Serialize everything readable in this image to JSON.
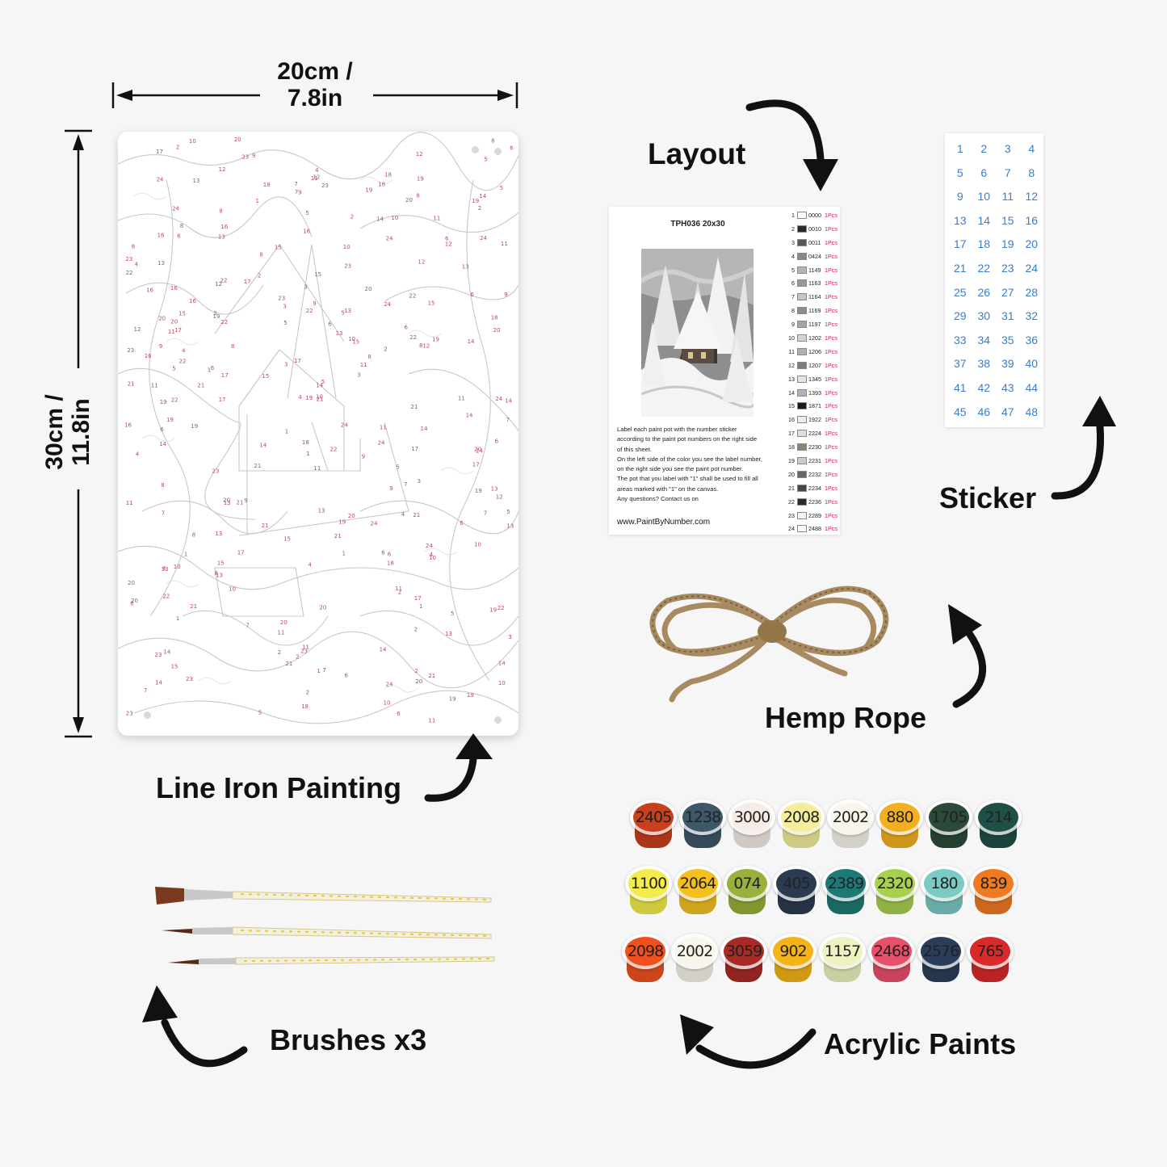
{
  "dimensions": {
    "width_line1": "20cm /",
    "width_line2": "7.8in",
    "height_line1": "30cm /",
    "height_line2": "11.8in"
  },
  "labels": {
    "layout": "Layout",
    "sticker": "Sticker",
    "hemp_rope": "Hemp Rope",
    "line_iron_painting": "Line Iron Painting",
    "brushes": "Brushes x3",
    "acrylic_paints": "Acrylic Paints"
  },
  "layout_sheet": {
    "title": "TPH036  20x30",
    "instructions": [
      "Label each paint pot with the number sticker",
      "according to the paint pot numbers on the right side",
      "of this sheet.",
      "On the left side of the color you see the label number,",
      "on the right side you see the paint pot number.",
      "The pot that you label with \"1\" shall be used to fill all",
      "areas marked with \"1\" on the canvas.",
      "Any questions? Contact us on"
    ],
    "url": "www.PaintByNumber.com",
    "colors": [
      {
        "n": "1",
        "code": "0000",
        "qty": "1Pcs",
        "swatch": "#ffffff"
      },
      {
        "n": "2",
        "code": "0010",
        "qty": "1Pcs",
        "swatch": "#2b2b2b"
      },
      {
        "n": "3",
        "code": "0011",
        "qty": "1Pcs",
        "swatch": "#5a5650"
      },
      {
        "n": "4",
        "code": "0424",
        "qty": "1Pcs",
        "swatch": "#8a8a80"
      },
      {
        "n": "5",
        "code": "1149",
        "qty": "1Pcs",
        "swatch": "#b8b4a8"
      },
      {
        "n": "6",
        "code": "1163",
        "qty": "1Pcs",
        "swatch": "#9c9890"
      },
      {
        "n": "7",
        "code": "1164",
        "qty": "1Pcs",
        "swatch": "#c4c4c4"
      },
      {
        "n": "8",
        "code": "1169",
        "qty": "1Pcs",
        "swatch": "#8c8c8c"
      },
      {
        "n": "9",
        "code": "1197",
        "qty": "1Pcs",
        "swatch": "#a4a4a4"
      },
      {
        "n": "10",
        "code": "1202",
        "qty": "1Pcs",
        "swatch": "#d4d4d4"
      },
      {
        "n": "11",
        "code": "1206",
        "qty": "1Pcs",
        "swatch": "#b0b0b0"
      },
      {
        "n": "12",
        "code": "1207",
        "qty": "1Pcs",
        "swatch": "#7e7e7e"
      },
      {
        "n": "13",
        "code": "1345",
        "qty": "1Pcs",
        "swatch": "#e4e4e4"
      },
      {
        "n": "14",
        "code": "1393",
        "qty": "1Pcs",
        "swatch": "#a8b4c0"
      },
      {
        "n": "15",
        "code": "1871",
        "qty": "1Pcs",
        "swatch": "#1a1a1a"
      },
      {
        "n": "16",
        "code": "1922",
        "qty": "1Pcs",
        "swatch": "#ececec"
      },
      {
        "n": "17",
        "code": "2224",
        "qty": "1Pcs",
        "swatch": "#e0e0d8"
      },
      {
        "n": "18",
        "code": "2230",
        "qty": "1Pcs",
        "swatch": "#8a8478"
      },
      {
        "n": "19",
        "code": "2231",
        "qty": "1Pcs",
        "swatch": "#c8ccd0"
      },
      {
        "n": "20",
        "code": "2232",
        "qty": "1Pcs",
        "swatch": "#6a645c"
      },
      {
        "n": "21",
        "code": "2234",
        "qty": "1Pcs",
        "swatch": "#4a4640"
      },
      {
        "n": "22",
        "code": "2236",
        "qty": "1Pcs",
        "swatch": "#2e2a26"
      },
      {
        "n": "23",
        "code": "2289",
        "qty": "1Pcs",
        "swatch": "#f4f4f4"
      },
      {
        "n": "24",
        "code": "2488",
        "qty": "1Pcs",
        "swatch": "#fafafa"
      }
    ]
  },
  "sticker_numbers": [
    "1",
    "2",
    "3",
    "4",
    "5",
    "6",
    "7",
    "8",
    "9",
    "10",
    "11",
    "12",
    "13",
    "14",
    "15",
    "16",
    "17",
    "18",
    "19",
    "20",
    "21",
    "22",
    "23",
    "24",
    "25",
    "26",
    "27",
    "28",
    "29",
    "30",
    "31",
    "32",
    "33",
    "34",
    "35",
    "36",
    "37",
    "38",
    "39",
    "40",
    "41",
    "42",
    "43",
    "44",
    "45",
    "46",
    "47",
    "48"
  ],
  "paint_pots": [
    [
      {
        "code": "2405",
        "color": "#c8401e"
      },
      {
        "code": "1238",
        "color": "#3e5868"
      },
      {
        "code": "3000",
        "color": "#f6ece6"
      },
      {
        "code": "2008",
        "color": "#f4ee9a"
      },
      {
        "code": "2002",
        "color": "#f8f6ea"
      },
      {
        "code": "880",
        "color": "#f2b020"
      },
      {
        "code": "1705",
        "color": "#2c4a38"
      },
      {
        "code": "214",
        "color": "#1e5048"
      }
    ],
    [
      {
        "code": "1100",
        "color": "#f4ec4a"
      },
      {
        "code": "2064",
        "color": "#f4c020"
      },
      {
        "code": "074",
        "color": "#98b03c"
      },
      {
        "code": "405",
        "color": "#2c3c50"
      },
      {
        "code": "2389",
        "color": "#1e7a74"
      },
      {
        "code": "2320",
        "color": "#a8d050"
      },
      {
        "code": "180",
        "color": "#7ccac4"
      },
      {
        "code": "839",
        "color": "#f07a22"
      }
    ],
    [
      {
        "code": "2098",
        "color": "#f0501e"
      },
      {
        "code": "2002",
        "color": "#f8f6ea"
      },
      {
        "code": "3059",
        "color": "#a82a26"
      },
      {
        "code": "902",
        "color": "#f4b418"
      },
      {
        "code": "1157",
        "color": "#eef2c0"
      },
      {
        "code": "2468",
        "color": "#e8506a"
      },
      {
        "code": "2576",
        "color": "#2a3e5a"
      },
      {
        "code": "765",
        "color": "#d82a2a"
      }
    ]
  ],
  "canvas_numbers": [
    "6",
    "9",
    "11",
    "13",
    "24",
    "14",
    "4",
    "8",
    "12",
    "19",
    "20",
    "16",
    "17",
    "21",
    "23",
    "15",
    "1",
    "2",
    "3",
    "5",
    "10",
    "18",
    "22",
    "7"
  ]
}
